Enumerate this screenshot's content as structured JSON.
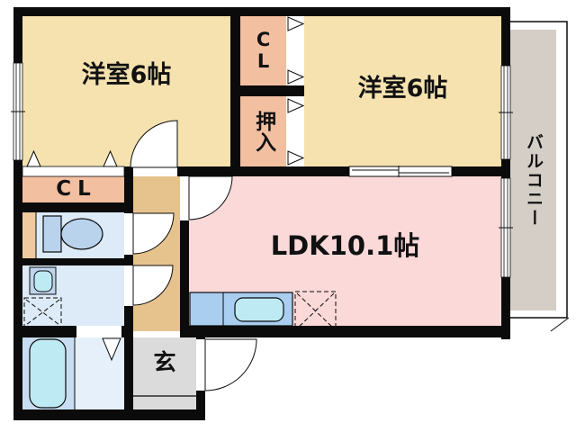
{
  "floor_plan": {
    "type": "apartment-floor-plan",
    "rooms": {
      "bedroom_left": "洋室6帖",
      "bedroom_right": "洋室6帖",
      "closet_top": "CL",
      "oshiire": "押入",
      "closet_hall": "CL",
      "ldk": "LDK10.1帖",
      "entrance": "玄",
      "balcony": "バルコニー"
    },
    "fixtures": [
      "toilet-icon",
      "washbasin-icon",
      "washing-machine-icon",
      "bathtub-icon",
      "kitchen-counter-icon",
      "kitchen-sink-icon",
      "refrigerator-icon"
    ],
    "colors": {
      "bedroom_fill": "#F5E2AF",
      "closet_fill": "#F2BFA1",
      "ldk_fill": "#FBD9D9",
      "hallway_fill": "#E6C28D",
      "sanitary_fill": "#DDEBF8",
      "pipe_fill": "#EFCA9F",
      "entrance_fill": "#DBDBDB",
      "balcony_fill": "#D5CEC6",
      "fixture_blue": "#B9D3EC",
      "water_cyan": "#BEEBF3",
      "counter_blue": "#A9CEEF",
      "bath_left_fill": "#C9DDF2",
      "bath_right_fill": "#E6F0FB",
      "wall": "#0B0B0B"
    }
  }
}
